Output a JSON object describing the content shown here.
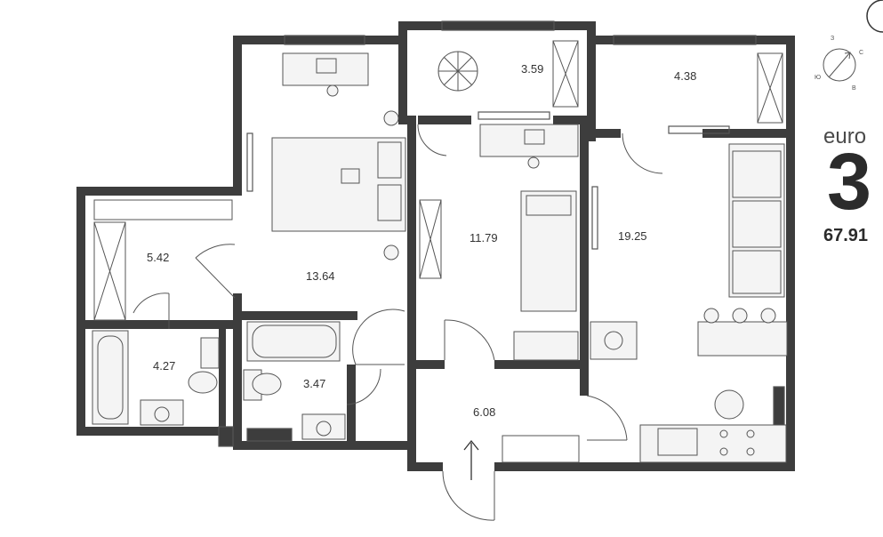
{
  "rooms": [
    {
      "key": "balcony_left",
      "area": "3.59"
    },
    {
      "key": "balcony_right",
      "area": "4.38"
    },
    {
      "key": "wardrobe",
      "area": "5.42"
    },
    {
      "key": "bedroom_main",
      "area": "13.64"
    },
    {
      "key": "bedroom_second",
      "area": "11.79"
    },
    {
      "key": "living_kitchen",
      "area": "19.25"
    },
    {
      "key": "bathroom_main",
      "area": "4.27"
    },
    {
      "key": "bathroom_second",
      "area": "3.47"
    },
    {
      "key": "hallway",
      "area": "6.08"
    }
  ],
  "info": {
    "type_label": "euro",
    "rooms_count": "3",
    "total_area": "67.91"
  },
  "compass": {
    "n": "З",
    "e": "С",
    "s": "В",
    "w": "Ю"
  },
  "colors": {
    "wall": "#3d3d3d",
    "line": "#555555",
    "furniture_fill": "#f4f4f4"
  }
}
